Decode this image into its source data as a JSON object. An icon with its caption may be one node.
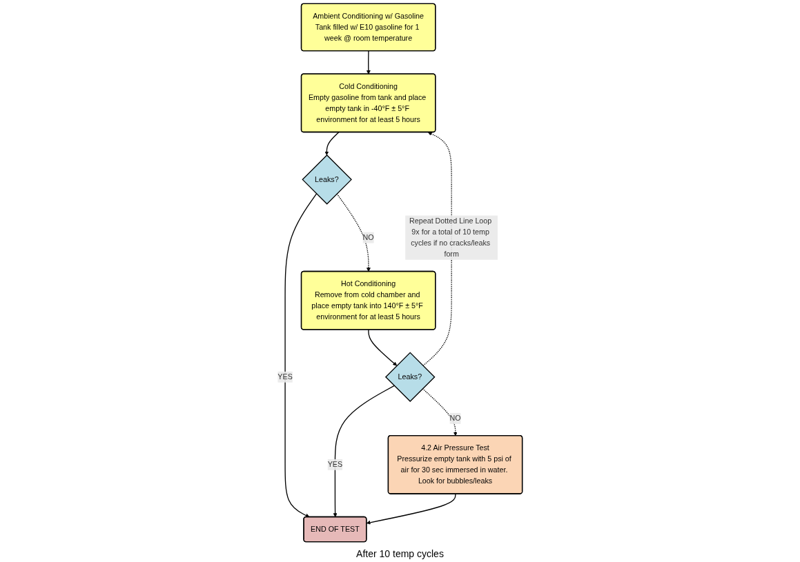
{
  "diagram": {
    "nodes": [
      {
        "text": [
          "Ambient Conditioning w/ Gasoline",
          "Tank filled w/ E10 gasoline for 1 week @ room temperature"
        ]
      },
      {
        "text": [
          "Cold Conditioning",
          "Empty gasoline from tank and place empty tank in -40°F ± 5°F environment for at least 5 hours"
        ]
      },
      {
        "text": [
          "Leaks?"
        ]
      },
      {
        "text": [
          "END OF TEST"
        ]
      },
      {
        "text": [
          "Hot Conditioning",
          "Remove from cold chamber and place empty tank into 140°F ± 5°F environment for at least 5 hours"
        ]
      },
      {
        "text": [
          "Leaks?"
        ]
      },
      {
        "text": [
          "4.2 Air Pressure Test",
          "Pressurize empty tank with 5 psi of air for 30 sec immersed in water. Look for bubbles/leaks"
        ]
      }
    ],
    "labels": [
      "After 10 temp cycles"
    ],
    "edges": [
      {
        "from": 0,
        "to": 1,
        "arrow": "to"
      },
      {
        "from": 1,
        "to": 2,
        "arrow": "to"
      },
      {
        "from": 2,
        "to": 3,
        "arrow": "to",
        "label": "YES"
      },
      {
        "from": 2,
        "to": 4,
        "arrow": "to",
        "label": "NO",
        "style": "dashed"
      },
      {
        "from": 4,
        "to": 5,
        "arrow": "to"
      },
      {
        "from": 5,
        "to": 3,
        "arrow": "to",
        "label": "YES"
      },
      {
        "from": 5,
        "to": 6,
        "arrow": "to",
        "label": "NO",
        "style": "dashed"
      },
      {
        "from": 5,
        "to": 1,
        "arrow": "to",
        "label": "Repeat Dotted Line Loop 9x for a total of 10 temp cycles if no cracks/leaks form",
        "style": "dashed"
      },
      {
        "from": 6,
        "to": 3,
        "arrow": "to"
      }
    ]
  }
}
